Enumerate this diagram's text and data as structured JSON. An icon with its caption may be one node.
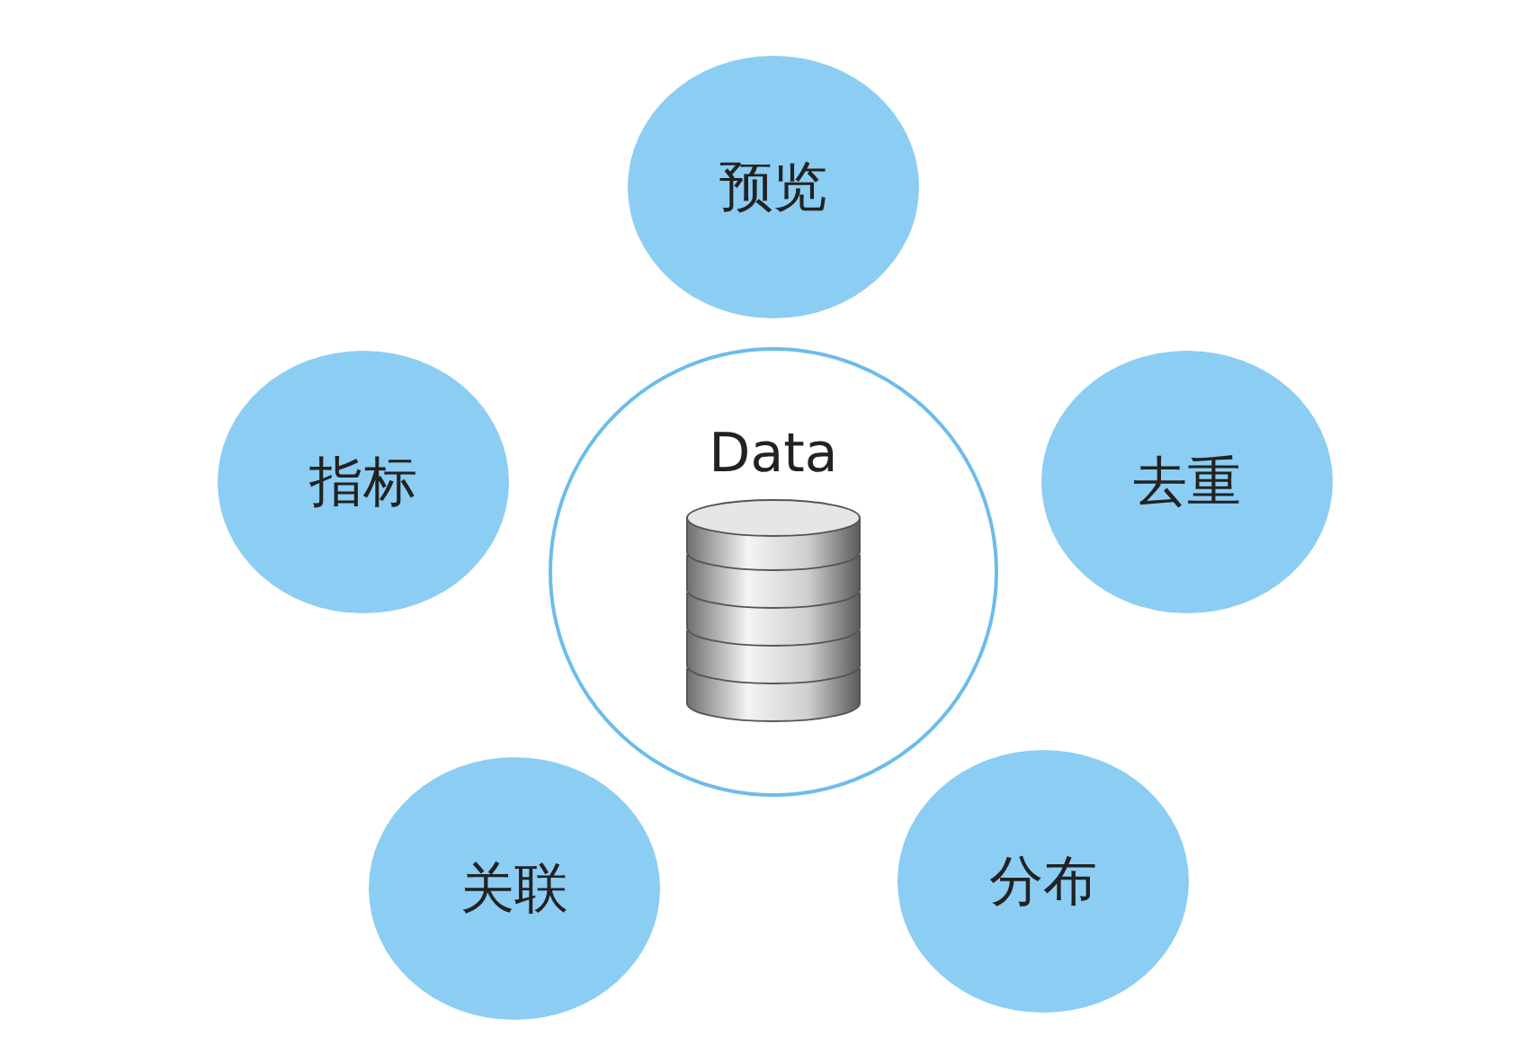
{
  "diagram": {
    "nodes": [
      {
        "text": [
          "预览"
        ]
      },
      {
        "text": [
          "指标"
        ]
      },
      {
        "text": [
          "Data"
        ]
      },
      {
        "text": [
          "去重"
        ]
      },
      {
        "text": [
          "关联"
        ]
      },
      {
        "text": [
          "分布"
        ]
      }
    ],
    "edges": []
  }
}
